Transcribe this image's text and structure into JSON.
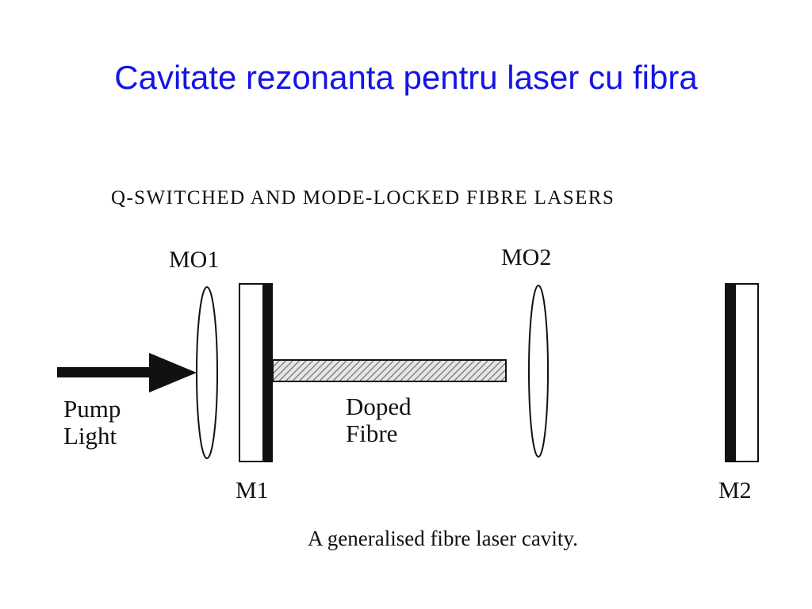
{
  "slide": {
    "title": "Cavitate rezonanta pentru laser cu fibra"
  },
  "figure": {
    "header": "Q-SWITCHED AND MODE-LOCKED FIBRE LASERS",
    "caption": "A generalised fibre laser cavity.",
    "labels": {
      "mo1": "MO1",
      "mo2": "MO2",
      "pump_line1": "Pump",
      "pump_line2": "Light",
      "doped_line1": "Doped",
      "doped_line2": "Fibre",
      "m1": "M1",
      "m2": "M2"
    }
  },
  "colors": {
    "title": "#1414e6",
    "ink": "#111111",
    "fibre_hatch": "#777777"
  }
}
